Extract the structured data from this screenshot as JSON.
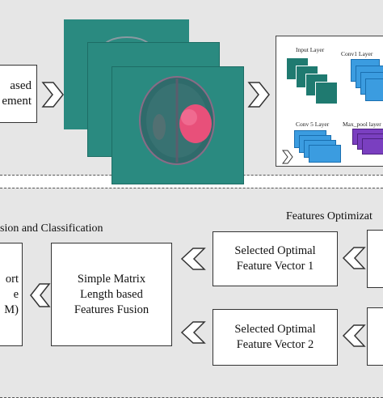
{
  "top": {
    "left_box_lines": [
      "ased",
      "ement"
    ],
    "cnn_labels": {
      "input": "Input Layer",
      "conv1": "Conv1 Layer",
      "conv5": "Conv 5 Layer",
      "maxpool": "Max_pool layer"
    }
  },
  "bottom": {
    "fusion_title": "sion and Classification",
    "opt_title": "Features Optimizat",
    "selected1": "Selected Optimal Feature Vector 1",
    "selected2": "Selected Optimal Feature Vector 2",
    "fusion_box": "Simple Matrix Length based Features Fusion",
    "svm_lines": [
      "ort",
      "e",
      "M)"
    ]
  },
  "colors": {
    "scan_bg": "#2a8a80",
    "tumor": "#e8507a",
    "panel": "#e6e6e6",
    "cnn_block": "#3b9ce0",
    "pool_block": "#7a3fc0"
  }
}
